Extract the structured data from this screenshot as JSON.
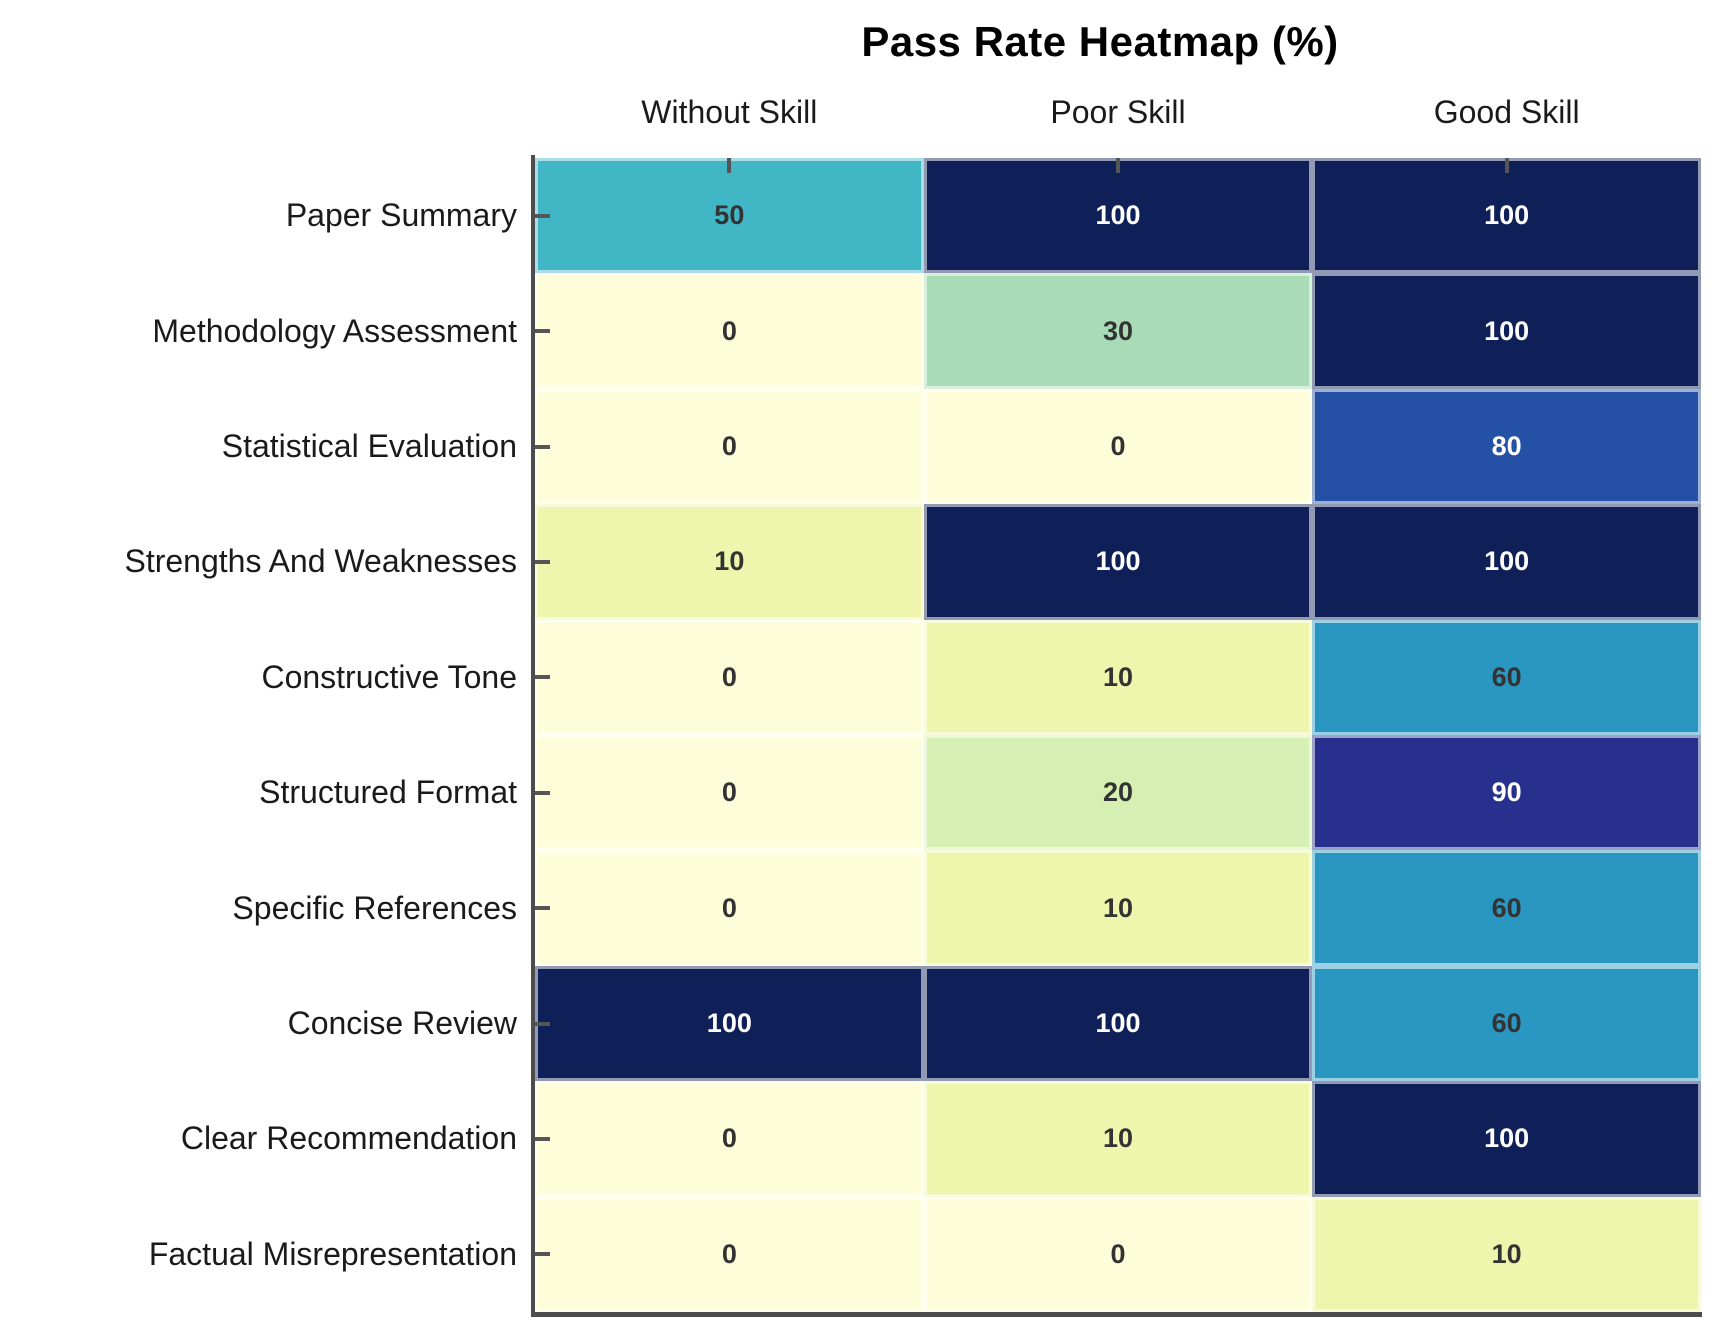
{
  "chart_data": {
    "type": "heatmap",
    "title": "Pass Rate Heatmap (%)",
    "columns": [
      "Without Skill",
      "Poor Skill",
      "Good Skill"
    ],
    "rows": [
      "Paper Summary",
      "Methodology Assessment",
      "Statistical Evaluation",
      "Strengths And Weaknesses",
      "Constructive Tone",
      "Structured Format",
      "Specific References",
      "Concise Review",
      "Clear Recommendation",
      "Factual Misrepresentation"
    ],
    "values": [
      [
        50,
        100,
        100
      ],
      [
        0,
        30,
        100
      ],
      [
        0,
        0,
        80
      ],
      [
        10,
        100,
        100
      ],
      [
        0,
        10,
        60
      ],
      [
        0,
        20,
        90
      ],
      [
        0,
        10,
        60
      ],
      [
        100,
        100,
        60
      ],
      [
        0,
        10,
        100
      ],
      [
        0,
        0,
        10
      ]
    ],
    "value_range": [
      0,
      100
    ],
    "colormap_name": "YlGnBu",
    "colorscale": {
      "0": "#fdfed9",
      "10": "#edf6ac",
      "20": "#d6efb2",
      "30": "#a9dcb6",
      "50": "#41b6c4",
      "60": "#2997c1",
      "80": "#2451a5",
      "90": "#27318d",
      "100": "#0e2057"
    },
    "cell_text_dark": "#333333",
    "cell_text_light": "#ffffff",
    "light_text_threshold": 80,
    "axis_color": "#4d4d4d",
    "x_axis_position": "top",
    "grid_gap_visible": true,
    "legend": "none"
  }
}
